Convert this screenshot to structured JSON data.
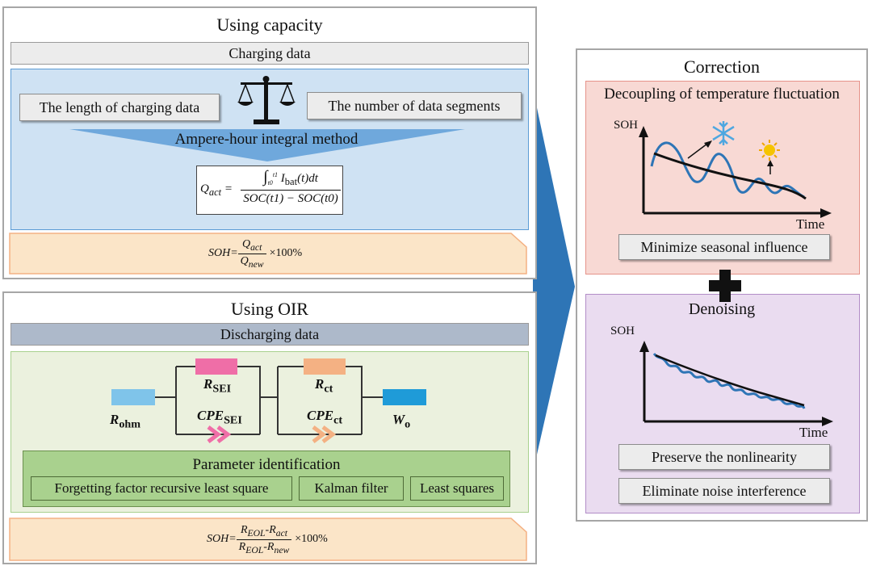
{
  "capacity_panel": {
    "title": "Using capacity",
    "data_bar": "Charging data",
    "box_left": "The length of charging data",
    "box_right": "The number of data segments",
    "method": "Ampere-hour integral method",
    "eq_q_lhs": "Q",
    "eq_q_lhs_sub": "act",
    "eq_q_num": "I",
    "eq_q_num_sub": "bat",
    "eq_q_num_tail": "(t)dt",
    "eq_q_int_low": "t0",
    "eq_q_int_high": "t1",
    "eq_q_den": "SOC(t1) − SOC(t0)",
    "soh_lhs": "SOH=",
    "soh_num": "Q",
    "soh_num_sub": "act",
    "soh_den": "Q",
    "soh_den_sub": "new",
    "soh_tail": "×100%"
  },
  "oir_panel": {
    "title": "Using OIR",
    "data_bar": "Discharging data",
    "r_ohm": "R",
    "r_ohm_sub": "ohm",
    "r_sei": "R",
    "r_sei_sub": "SEI",
    "cpe_sei": "CPE",
    "cpe_sei_sub": "SEI",
    "r_ct": "R",
    "r_ct_sub": "ct",
    "cpe_ct": "CPE",
    "cpe_ct_sub": "ct",
    "w_o": "W",
    "w_o_sub": "o",
    "param_title": "Parameter identification",
    "methods": [
      "Forgetting factor recursive least square",
      "Kalman filter",
      "Least squares"
    ],
    "soh_lhs": "SOH=",
    "soh_num": "R",
    "soh_num_sub1": "EOL",
    "soh_num_mid": "-R",
    "soh_num_sub2": "act",
    "soh_den": "R",
    "soh_den_sub1": "EOL",
    "soh_den_mid": "-R",
    "soh_den_sub2": "new",
    "soh_tail": "×100%"
  },
  "correction_panel": {
    "title": "Correction",
    "temp_title": "Decoupling of temperature fluctuation",
    "temp_ylabel": "SOH",
    "temp_xlabel": "Time",
    "temp_box": "Minimize seasonal influence",
    "plus": "✚",
    "denoise_title": "Denoising",
    "denoise_ylabel": "SOH",
    "denoise_xlabel": "Time",
    "denoise_box1": "Preserve the nonlinearity",
    "denoise_box2": "Eliminate noise interference"
  },
  "colors": {
    "blue_fill": "#cfe2f3",
    "blue_border": "#5b9bd5",
    "green_fill": "#ebf1de",
    "green_dark": "#a9d18e",
    "orange_fill": "#fbe5c8",
    "pink_fill": "#f8d9d4",
    "purple_fill": "#eadcf0",
    "arrow_blue": "#2e75b6"
  },
  "icons": [
    "balance-scale-icon",
    "snowflake-icon",
    "sun-icon",
    "plus-icon",
    "chevron-double-right-icon"
  ]
}
